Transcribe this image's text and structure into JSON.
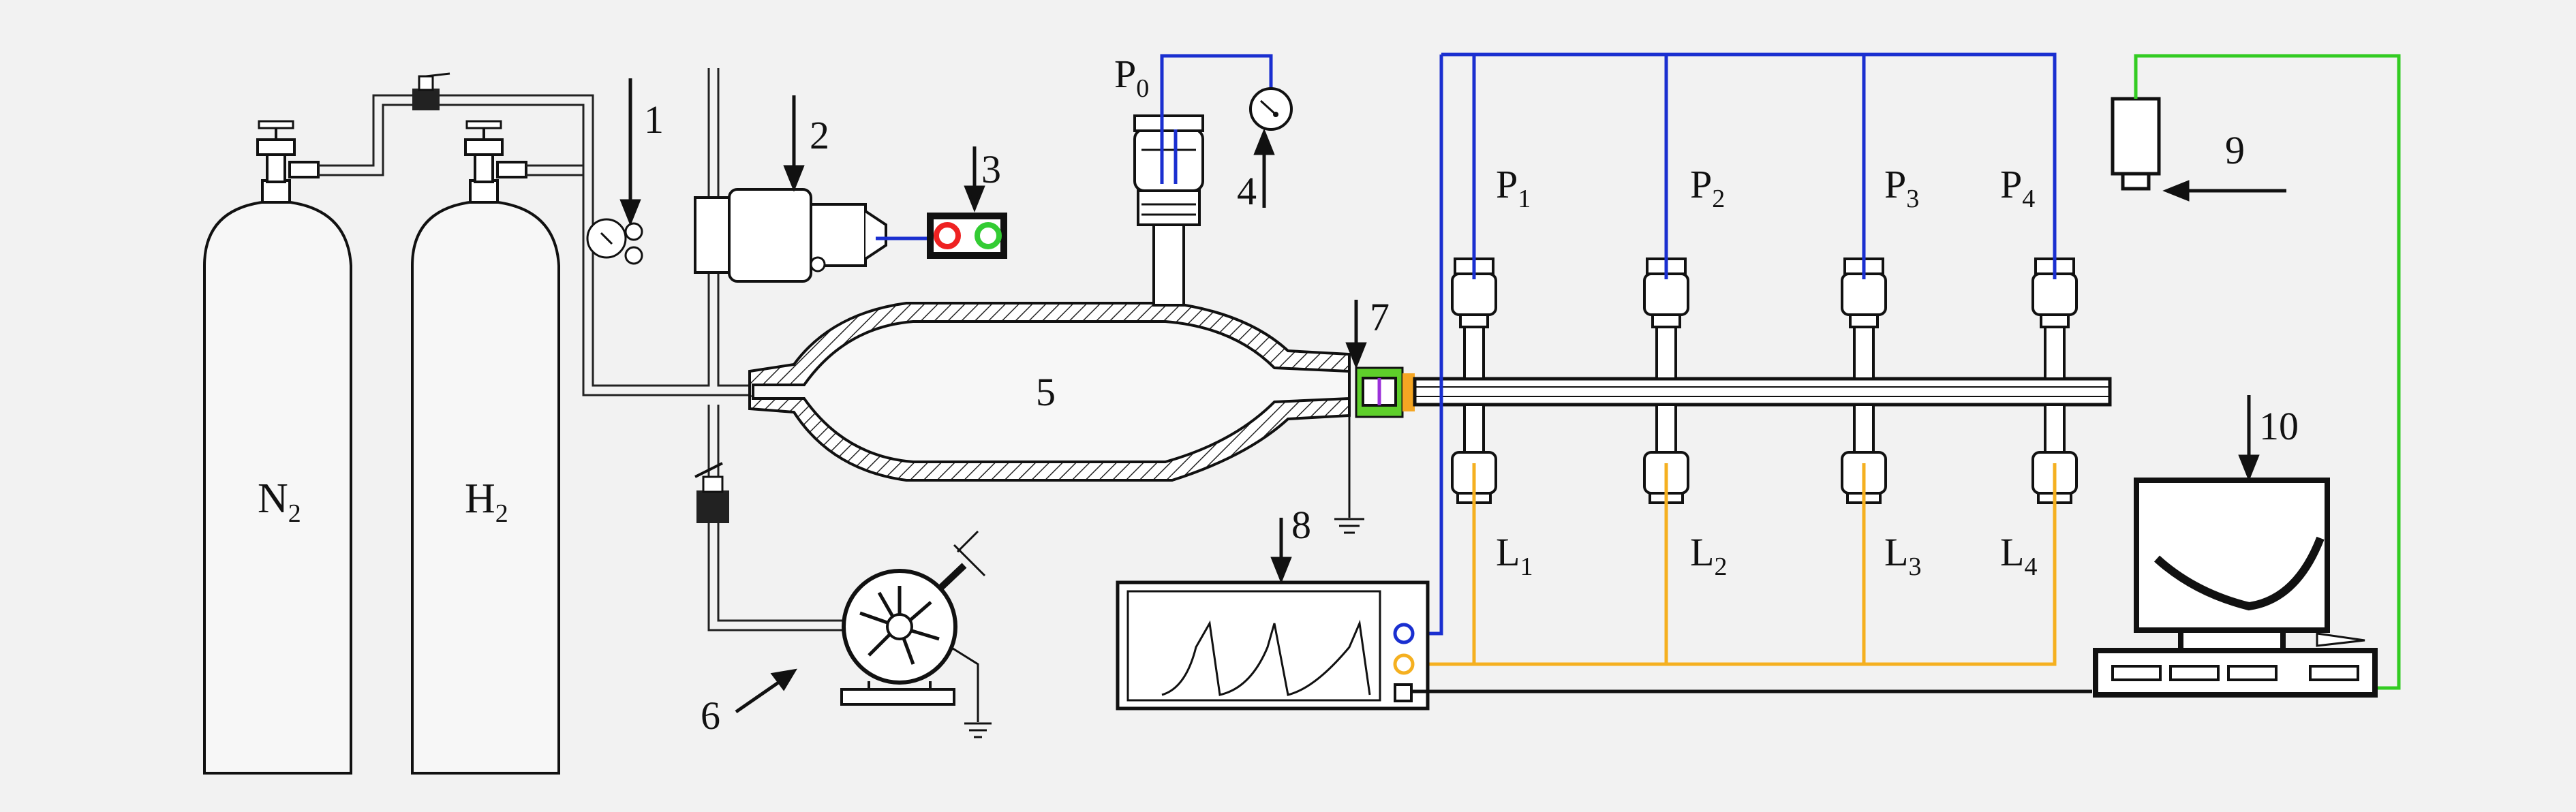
{
  "labels": {
    "n1": "1",
    "n2": "2",
    "n3": "3",
    "n4": "4",
    "n5": "5",
    "n6": "6",
    "n7": "7",
    "n8": "8",
    "n9": "9",
    "n10": "10"
  },
  "gases": {
    "nitrogen": {
      "main": "N",
      "sub": "2"
    },
    "hydrogen": {
      "main": "H",
      "sub": "2"
    }
  },
  "sensors": {
    "p0": {
      "main": "P",
      "sub": "0"
    },
    "pressure": [
      {
        "main": "P",
        "sub": "1"
      },
      {
        "main": "P",
        "sub": "2"
      },
      {
        "main": "P",
        "sub": "3"
      },
      {
        "main": "P",
        "sub": "4"
      }
    ],
    "light": [
      {
        "main": "L",
        "sub": "1"
      },
      {
        "main": "L",
        "sub": "2"
      },
      {
        "main": "L",
        "sub": "3"
      },
      {
        "main": "L",
        "sub": "4"
      }
    ]
  },
  "colors": {
    "pressure_line": "#1a2fd0",
    "light_line": "#f5b020",
    "trigger_line": "#33cc22",
    "ignition_body": "#5ecf2a",
    "ignition_cap": "#f5a623",
    "indicator_red": "#ee2222",
    "indicator_green": "#33cc33",
    "outline": "#111111"
  }
}
